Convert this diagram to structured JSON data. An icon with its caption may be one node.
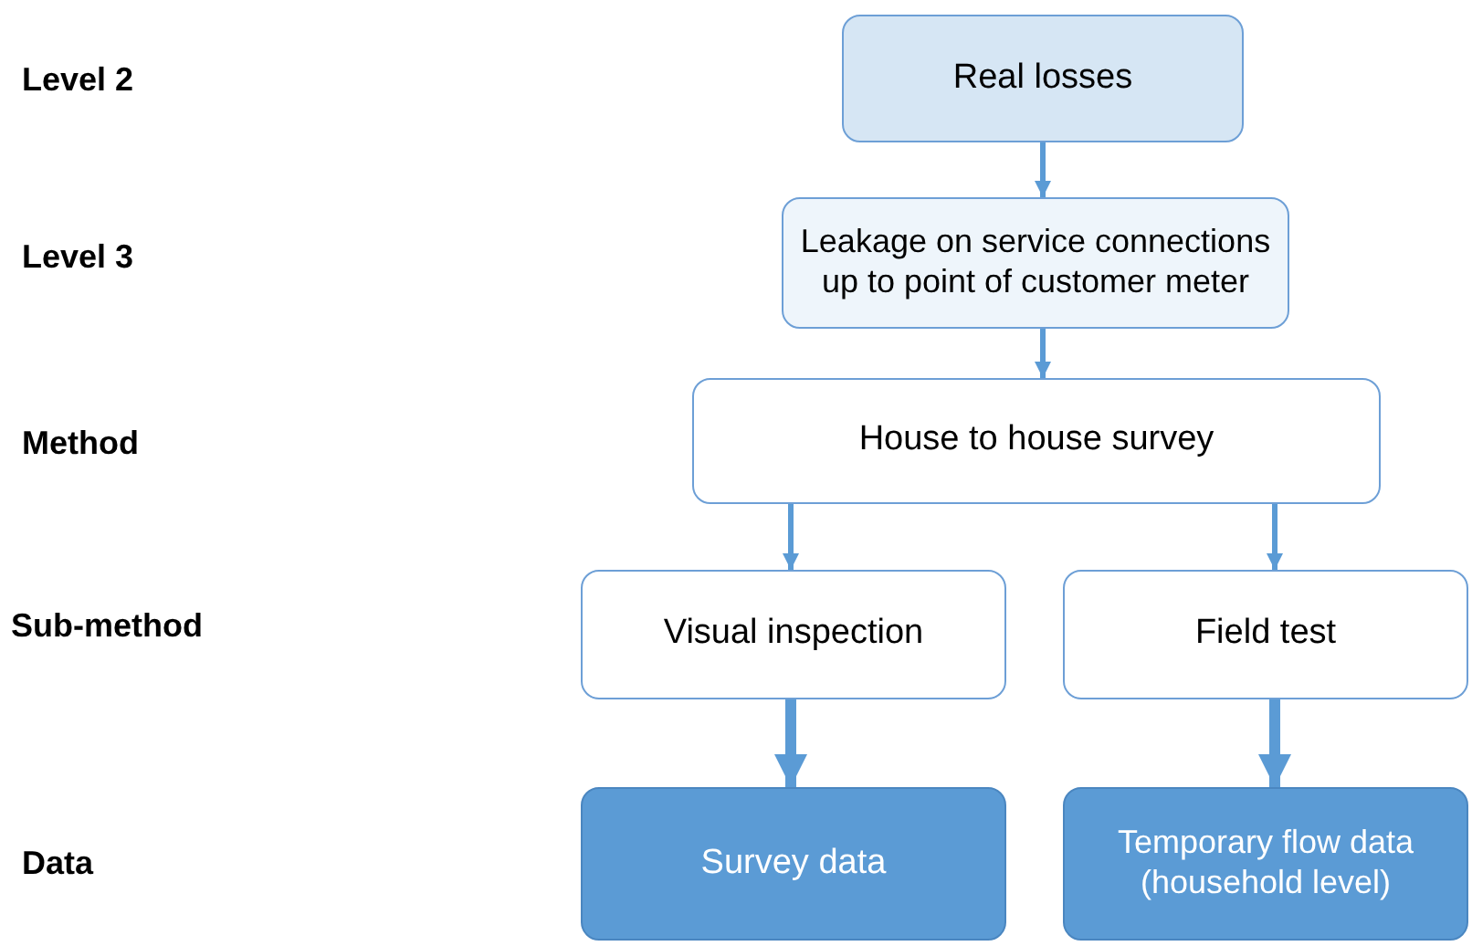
{
  "diagram": {
    "nodes": [
      {
        "text": [
          "Real losses"
        ]
      },
      {
        "text": [
          "Leakage on service connections up to point of customer meter"
        ]
      },
      {
        "text": [
          "House to house survey"
        ]
      },
      {
        "text": [
          "Visual inspection"
        ]
      },
      {
        "text": [
          "Field test"
        ]
      },
      {
        "text": [
          "Survey data"
        ]
      },
      {
        "text": [
          "Temporary flow data (household level)"
        ]
      }
    ],
    "edges": [
      {
        "from": 0,
        "to": 1,
        "arrow": "to"
      },
      {
        "from": 1,
        "to": 2,
        "arrow": "to"
      },
      {
        "from": 2,
        "to": 3,
        "arrow": "to"
      },
      {
        "from": 2,
        "to": 4,
        "arrow": "to"
      },
      {
        "from": 3,
        "to": 5,
        "arrow": "to",
        "style": "thick"
      },
      {
        "from": 4,
        "to": 6,
        "arrow": "to",
        "style": "thick"
      }
    ],
    "labels": [
      "Level 2",
      "Level 3",
      "Method",
      "Sub-method",
      "Data"
    ]
  }
}
